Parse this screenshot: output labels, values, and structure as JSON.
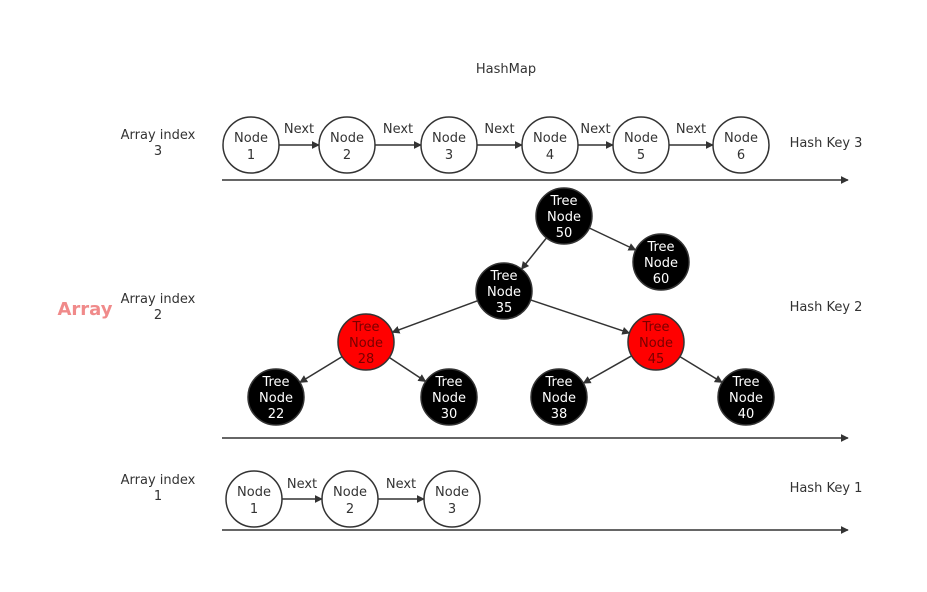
{
  "title": "HashMap",
  "array_label": "Array",
  "colors": {
    "line": "#333333",
    "node_fill": "#ffffff",
    "black_fill": "#000000",
    "red_fill": "#ff0000",
    "array_label": "#f08a8a",
    "text_dark": "#333333",
    "text_light": "#ffffff"
  },
  "buckets": [
    {
      "index_label": "Array index",
      "index_value": "3",
      "hash_key": "Hash Key 3",
      "kind": "list",
      "nodes": [
        {
          "label": "Node",
          "value": "1"
        },
        {
          "label": "Node",
          "value": "2"
        },
        {
          "label": "Node",
          "value": "3"
        },
        {
          "label": "Node",
          "value": "4"
        },
        {
          "label": "Node",
          "value": "5"
        },
        {
          "label": "Node",
          "value": "6"
        }
      ],
      "link_label": "Next"
    },
    {
      "index_label": "Array index",
      "index_value": "2",
      "hash_key": "Hash Key 2",
      "kind": "tree",
      "nodes": [
        {
          "id": "n50",
          "line1": "Tree",
          "line2": "Node",
          "value": "50",
          "color": "black"
        },
        {
          "id": "n60",
          "line1": "Tree",
          "line2": "Node",
          "value": "60",
          "color": "black"
        },
        {
          "id": "n35",
          "line1": "Tree",
          "line2": "Node",
          "value": "35",
          "color": "black"
        },
        {
          "id": "n28",
          "line1": "Tree",
          "line2": "Node",
          "value": "28",
          "color": "red"
        },
        {
          "id": "n45",
          "line1": "Tree",
          "line2": "Node",
          "value": "45",
          "color": "red"
        },
        {
          "id": "n22",
          "line1": "Tree",
          "line2": "Node",
          "value": "22",
          "color": "black"
        },
        {
          "id": "n30",
          "line1": "Tree",
          "line2": "Node",
          "value": "30",
          "color": "black"
        },
        {
          "id": "n38",
          "line1": "Tree",
          "line2": "Node",
          "value": "38",
          "color": "black"
        },
        {
          "id": "n40",
          "line1": "Tree",
          "line2": "Node",
          "value": "40",
          "color": "black"
        }
      ],
      "edges": [
        [
          "n50",
          "n35"
        ],
        [
          "n50",
          "n60"
        ],
        [
          "n35",
          "n28"
        ],
        [
          "n35",
          "n45"
        ],
        [
          "n28",
          "n22"
        ],
        [
          "n28",
          "n30"
        ],
        [
          "n45",
          "n38"
        ],
        [
          "n45",
          "n40"
        ]
      ]
    },
    {
      "index_label": "Array index",
      "index_value": "1",
      "hash_key": "Hash Key 1",
      "kind": "list",
      "nodes": [
        {
          "label": "Node",
          "value": "1"
        },
        {
          "label": "Node",
          "value": "2"
        },
        {
          "label": "Node",
          "value": "3"
        }
      ],
      "link_label": "Next"
    }
  ]
}
